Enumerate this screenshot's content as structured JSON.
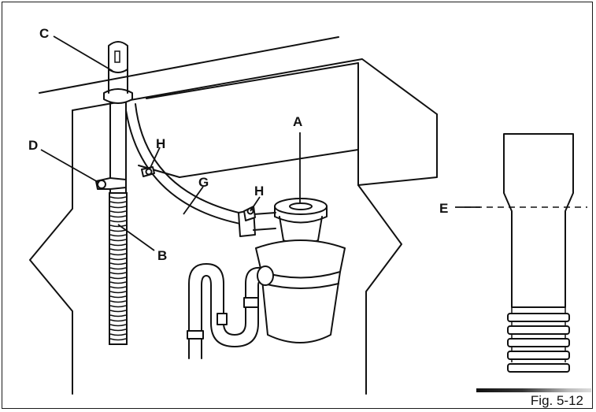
{
  "callouts": {
    "A": "A",
    "B": "B",
    "C": "C",
    "D": "D",
    "E": "E",
    "G": "G",
    "H1": "H",
    "H2": "H"
  },
  "figure_label": "Fig. 5-12"
}
